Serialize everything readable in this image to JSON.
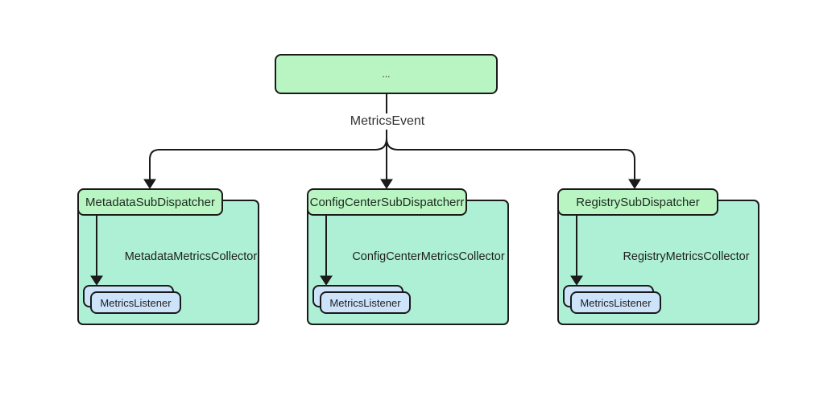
{
  "diagram": {
    "type": "flowchart",
    "background": "#ffffff",
    "colors": {
      "node_green": "#b9f4c3",
      "container_teal": "#aef0d6",
      "listener_blue": "#cde3fa",
      "border": "#1a1a1a",
      "edge": "#1a1a1a",
      "edge_label_text": "#333333",
      "node_text": "#1f1f1f"
    },
    "root": {
      "label": "..."
    },
    "edge_label": "MetricsEvent",
    "groups": [
      {
        "dispatcher": "MetadataSubDispatcher",
        "collector": "MetadataMetricsCollector",
        "listener": "MetricsListener"
      },
      {
        "dispatcher": "ConfigCenterSubDispatcherr",
        "collector": "ConfigCenterMetricsCollector",
        "listener": "MetricsListener"
      },
      {
        "dispatcher": "RegistrySubDispatcher",
        "collector": "RegistryMetricsCollector",
        "listener": "MetricsListener"
      }
    ],
    "edges": [
      {
        "from": "...",
        "to": "MetadataSubDispatcher",
        "label": "MetricsEvent"
      },
      {
        "from": "...",
        "to": "ConfigCenterSubDispatcherr",
        "label": "MetricsEvent"
      },
      {
        "from": "...",
        "to": "RegistrySubDispatcher",
        "label": "MetricsEvent"
      },
      {
        "from": "MetadataSubDispatcher",
        "to": "MetricsListener",
        "label": ""
      },
      {
        "from": "ConfigCenterSubDispatcherr",
        "to": "MetricsListener",
        "label": ""
      },
      {
        "from": "RegistrySubDispatcher",
        "to": "MetricsListener",
        "label": ""
      }
    ]
  }
}
